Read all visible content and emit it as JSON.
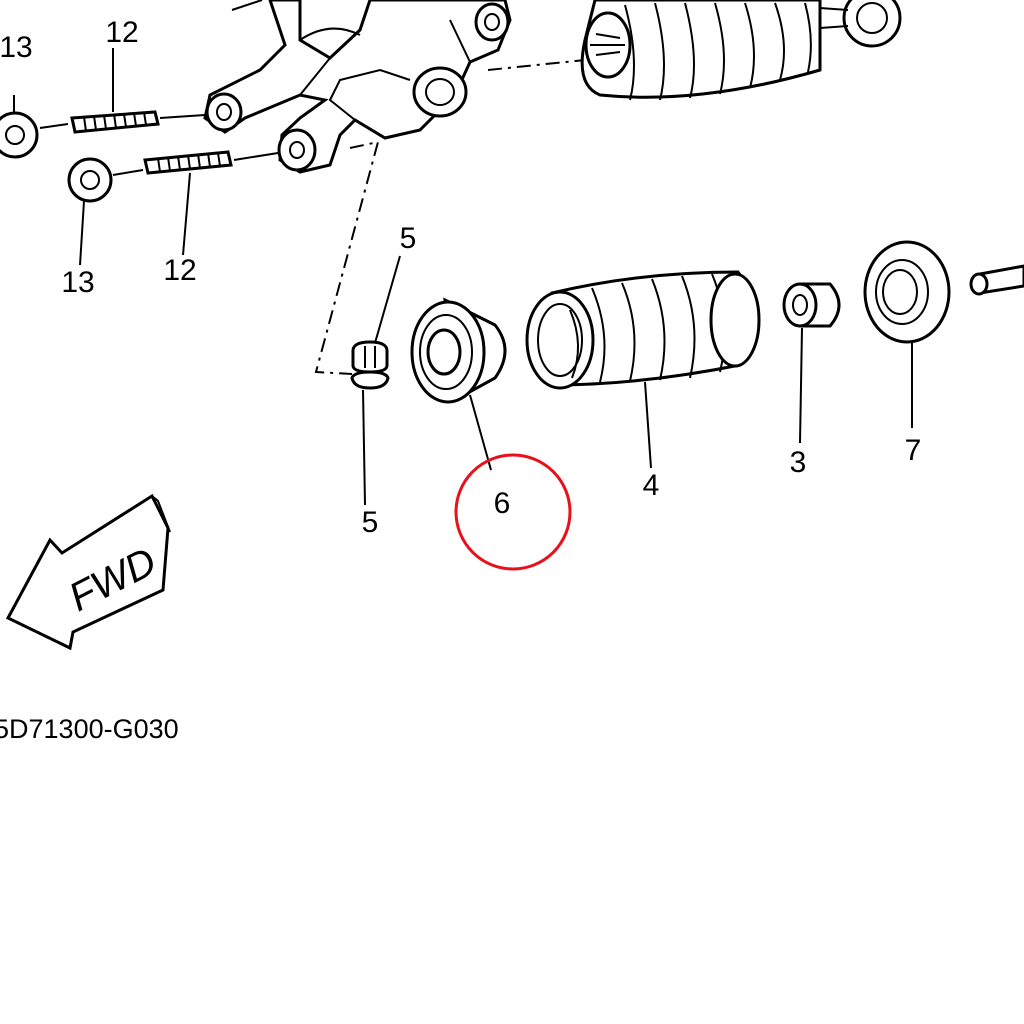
{
  "callouts": {
    "nut_upper": "13",
    "bolt_upper": "12",
    "nut_lower": "13",
    "bolt_lower": "12",
    "clip_upper": "5",
    "clip_lower": "5",
    "seat": "6",
    "spring": "4",
    "collar": "3",
    "washer": "7"
  },
  "direction_label": "FWD",
  "drawing_code": "5D71300-G030",
  "highlight_color": "#e8101a"
}
